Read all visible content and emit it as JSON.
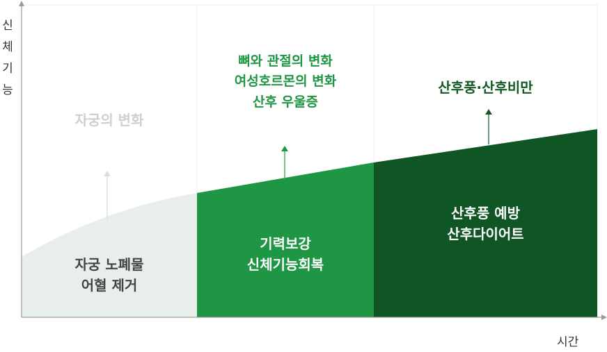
{
  "axis": {
    "y_label_chars": [
      "신",
      "체",
      "기",
      "능"
    ],
    "x_label": "시간"
  },
  "stages": [
    {
      "effect": "자궁의 변화",
      "care": [
        "자궁 노폐물",
        "어혈 제거"
      ],
      "effect_color": "#cfcfcf",
      "fill_color": "#e8eeea",
      "care_color": "#444444",
      "arrow_color": "#dcdcdc"
    },
    {
      "effect": [
        "뼈와 관절의 변화",
        "여성호르몬의 변화",
        "산후 우울증"
      ],
      "care": [
        "기력보강",
        "신체기능회복"
      ],
      "effect_color": "#1e9644",
      "fill_color": "#1e9644",
      "care_color": "#ffffff",
      "arrow_color": "#1e9644"
    },
    {
      "effect": "산후풍·산후비만",
      "care": [
        "산후풍 예방",
        "산후다이어트"
      ],
      "effect_color": "#115a26",
      "fill_color": "#0f5624",
      "care_color": "#ffffff",
      "arrow_color": "#115a26"
    }
  ]
}
